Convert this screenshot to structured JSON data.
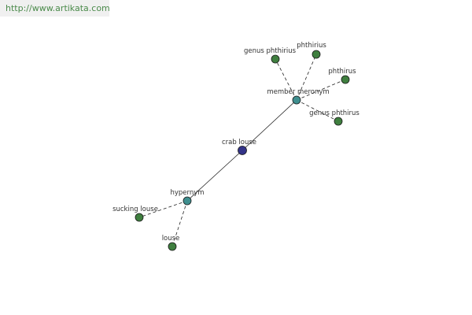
{
  "header": {
    "url": "http://www.artikata.com"
  },
  "colors": {
    "center": "#333388",
    "relation": "#3f8f8f",
    "leaf": "#3f7f3f",
    "edge": "#222222",
    "url_text": "#4a8a4a",
    "banner_bg": "#f0f0f0"
  },
  "graph": {
    "nodes": [
      {
        "id": "crab-louse",
        "label": "crab louse",
        "kind": "center"
      },
      {
        "id": "member-meronym",
        "label": "member meronym",
        "kind": "relation"
      },
      {
        "id": "hypernym",
        "label": "hypernym",
        "kind": "relation"
      },
      {
        "id": "genus-phthirius-1",
        "label": "genus phthirius",
        "kind": "leaf"
      },
      {
        "id": "phthirius-1",
        "label": "phthirius",
        "kind": "leaf"
      },
      {
        "id": "phthirus",
        "label": "phthirus",
        "kind": "leaf"
      },
      {
        "id": "genus-phthirus",
        "label": "genus phthirus",
        "kind": "leaf"
      },
      {
        "id": "sucking-louse",
        "label": "sucking louse",
        "kind": "leaf"
      },
      {
        "id": "louse",
        "label": "louse",
        "kind": "leaf"
      }
    ],
    "edges": [
      {
        "from": "crab-louse",
        "to": "member-meronym",
        "style": "solid"
      },
      {
        "from": "crab-louse",
        "to": "hypernym",
        "style": "solid"
      },
      {
        "from": "member-meronym",
        "to": "genus-phthirius-1",
        "style": "dashed"
      },
      {
        "from": "member-meronym",
        "to": "phthirius-1",
        "style": "dashed"
      },
      {
        "from": "member-meronym",
        "to": "phthirus",
        "style": "dashed"
      },
      {
        "from": "member-meronym",
        "to": "genus-phthirus",
        "style": "dashed"
      },
      {
        "from": "hypernym",
        "to": "sucking-louse",
        "style": "dashed"
      },
      {
        "from": "hypernym",
        "to": "louse",
        "style": "dashed"
      }
    ]
  }
}
